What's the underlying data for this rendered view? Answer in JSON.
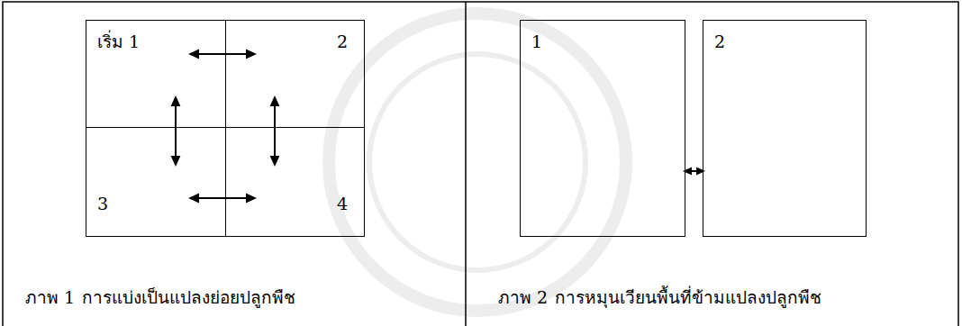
{
  "diagram": {
    "nodes": [
      {
        "text": [
          "เริ่ม 1"
        ]
      },
      {
        "text": [
          "2"
        ]
      },
      {
        "text": [
          "3"
        ]
      },
      {
        "text": [
          "4"
        ]
      },
      {
        "text": [
          "1"
        ]
      },
      {
        "text": [
          "2"
        ]
      }
    ],
    "edges": [
      {
        "from": 0,
        "to": 1,
        "arrow": "both"
      },
      {
        "from": 0,
        "to": 2,
        "arrow": "both"
      },
      {
        "from": 1,
        "to": 3,
        "arrow": "both"
      },
      {
        "from": 2,
        "to": 3,
        "arrow": "both"
      },
      {
        "from": 4,
        "to": 5,
        "arrow": "both"
      }
    ],
    "labels": [
      "ภาพ 1",
      "การแบ่งเป็นแปลงย่อยปลูกพืช",
      "ภาพ 2",
      "การหมุนเวียนพื้นที่ข้ามแปลงปลูกพืช"
    ]
  }
}
